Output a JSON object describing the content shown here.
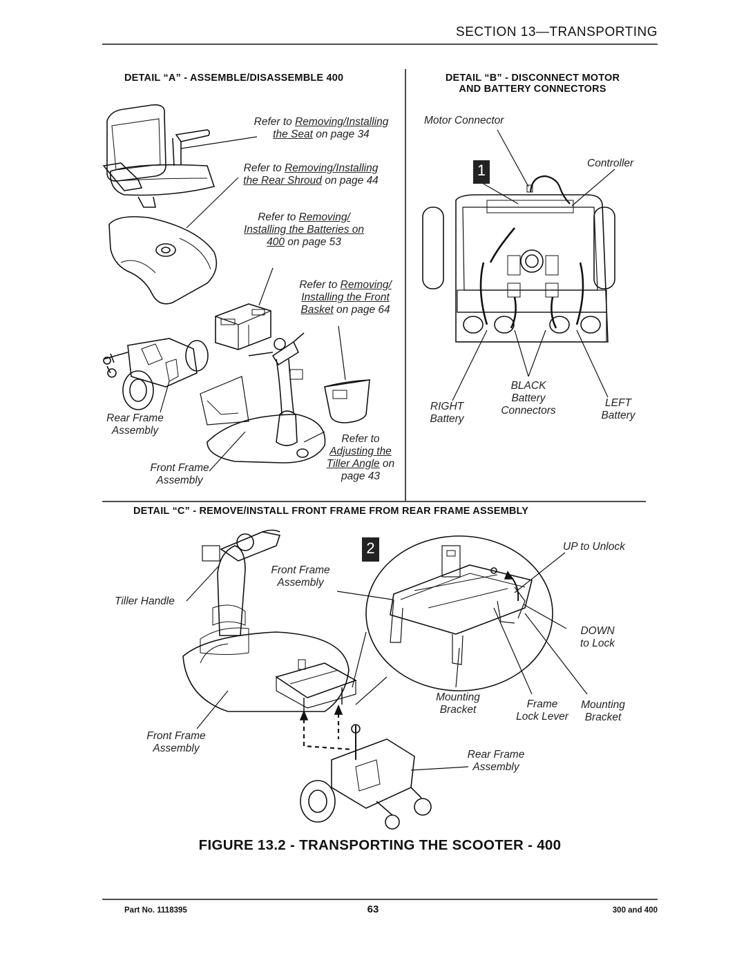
{
  "header": {
    "section": "SECTION 13—TRANSPORTING"
  },
  "detail_a": {
    "title": "DETAIL “A” - ASSEMBLE/DISASSEMBLE 400",
    "callouts": {
      "seat_1": "Refer to ",
      "seat_link1": "Removing/Installing",
      "seat_link2": "the Seat",
      "seat_tail": " on page 34",
      "shroud_1": "Refer to ",
      "shroud_link1": "Removing/Installing",
      "shroud_link2": "the Rear Shroud",
      "shroud_tail": " on page 44",
      "batt_1": "Refer to ",
      "batt_link1": "Removing/",
      "batt_link2": "Installing the Batteries on",
      "batt_link3": "400",
      "batt_tail": " on page 53",
      "basket_1": "Refer to ",
      "basket_link1": "Removing/",
      "basket_link2": "Installing the Front",
      "basket_link3": "Basket",
      "basket_tail": " on page 64",
      "tiller_1": "Refer to",
      "tiller_link1": "Adjusting the",
      "tiller_link2": "Tiller Angle",
      "tiller_tail": " on",
      "tiller_page": "page 43"
    },
    "labels": {
      "rear_frame_1": "Rear Frame",
      "rear_frame_2": "Assembly",
      "front_frame_1": "Front Frame",
      "front_frame_2": "Assembly"
    }
  },
  "detail_b": {
    "title_line1": "DETAIL “B” - DISCONNECT MOTOR",
    "title_line2": "AND BATTERY CONNECTORS",
    "step": "1",
    "labels": {
      "motor_connector": "Motor Connector",
      "controller": "Controller",
      "black": "BLACK",
      "battery_connectors_1": "Battery",
      "battery_connectors_2": "Connectors",
      "right_1": "RIGHT",
      "right_2": "Battery",
      "left_1": "LEFT",
      "left_2": "Battery"
    }
  },
  "detail_c": {
    "title": "DETAIL “C” - REMOVE/INSTALL FRONT FRAME FROM REAR FRAME ASSEMBLY",
    "step": "2",
    "labels": {
      "up_to_unlock": "UP to Unlock",
      "front_frame_top_1": "Front Frame",
      "front_frame_top_2": "Assembly",
      "tiller_handle": "Tiller Handle",
      "down_1": "DOWN",
      "down_2": "to Lock",
      "mounting_left_1": "Mounting",
      "mounting_left_2": "Bracket",
      "frame_lock_1": "Frame",
      "frame_lock_2": "Lock Lever",
      "mounting_right_1": "Mounting",
      "mounting_right_2": "Bracket",
      "front_frame_bottom_1": "Front Frame",
      "front_frame_bottom_2": "Assembly",
      "rear_frame_1": "Rear Frame",
      "rear_frame_2": "Assembly"
    }
  },
  "figure_caption": "FIGURE 13.2 - TRANSPORTING THE SCOOTER - 400",
  "footer": {
    "part": "Part No. 1118395",
    "page": "63",
    "models": "300 and 400"
  }
}
